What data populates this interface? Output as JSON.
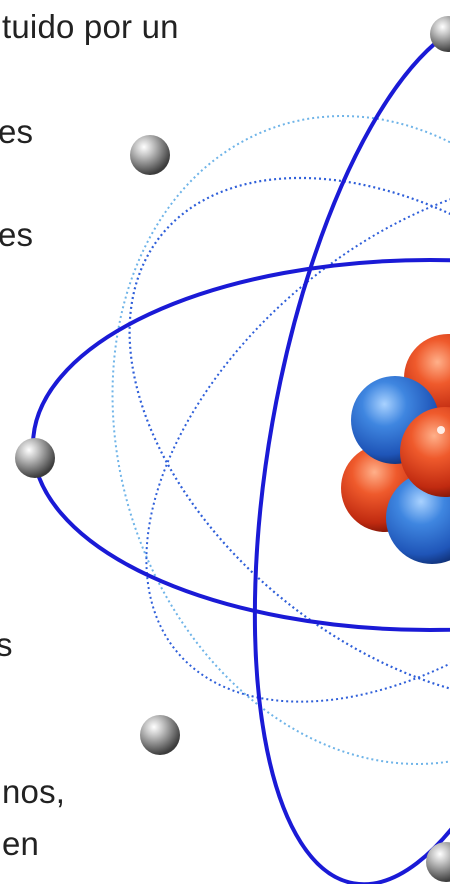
{
  "text_fragments": [
    "tuido por un",
    "es",
    "es",
    "s",
    "nos,",
    "en"
  ],
  "colors": {
    "orbit_solid": "#1a1ad6",
    "orbit_dotted": "#2f5fd9",
    "orbit_light": "#6fb4e8",
    "proton": "#d93a1e",
    "neutron": "#2b6fcf",
    "electron": "#8a8a8a",
    "text": "#222222"
  },
  "diagram": {
    "type": "atom-model",
    "components": [
      "nucleus",
      "protons",
      "neutrons",
      "electrons",
      "orbits"
    ]
  }
}
